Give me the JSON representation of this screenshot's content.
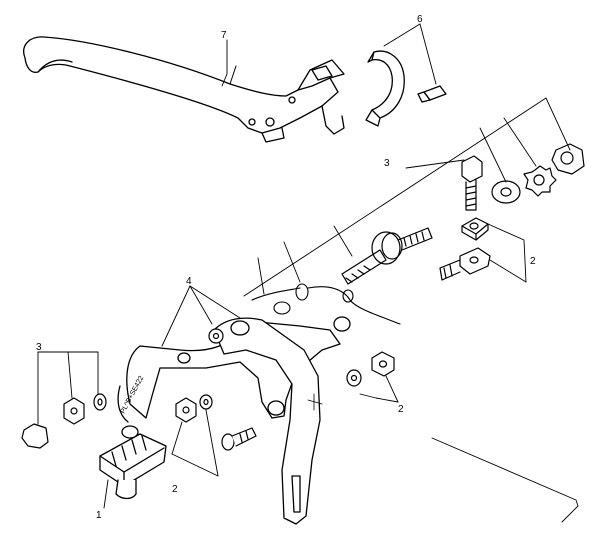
{
  "callouts": {
    "shoe_1": "1",
    "hardware_2_lower": "2",
    "hardware_2_right_mid": "2",
    "hardware_2_right": "2",
    "cable_3": "3",
    "nut_set_3": "3",
    "spring_4": "4",
    "clamp_6": "6",
    "lever_7": "7"
  },
  "cast_text": "PL^B+SE422",
  "colors": {
    "ink": "#000000",
    "paper": "#ffffff"
  }
}
